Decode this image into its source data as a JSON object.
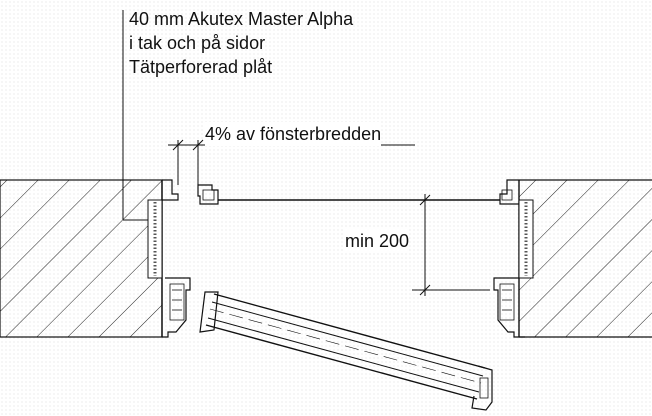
{
  "annotations": {
    "insulation_note": [
      "40 mm Akutex Master Alpha",
      "i tak och på sidor",
      "Tätperforerad plåt"
    ],
    "recess_depth": "4% av fönsterbredden",
    "min_clearance": "min 200"
  }
}
